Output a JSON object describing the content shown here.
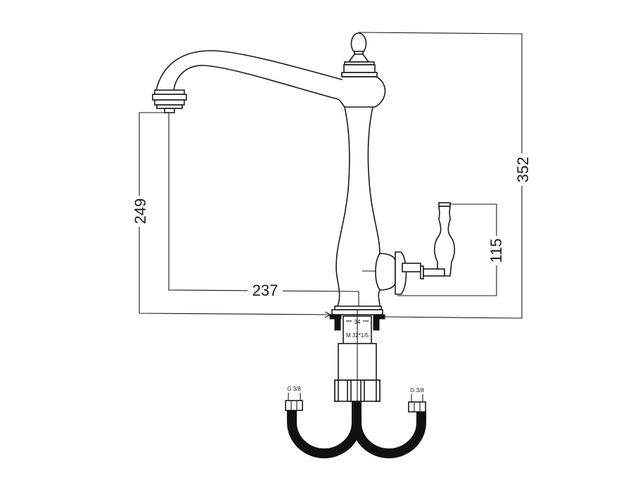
{
  "dimensions": {
    "height_total": "352",
    "spout_height": "249",
    "spout_reach": "237",
    "lever_height": "115",
    "base_diameter": "34",
    "thread": "M 32*1/5"
  },
  "connections": {
    "left_hose": "G 3/8",
    "right_hose": "G 3/8"
  }
}
